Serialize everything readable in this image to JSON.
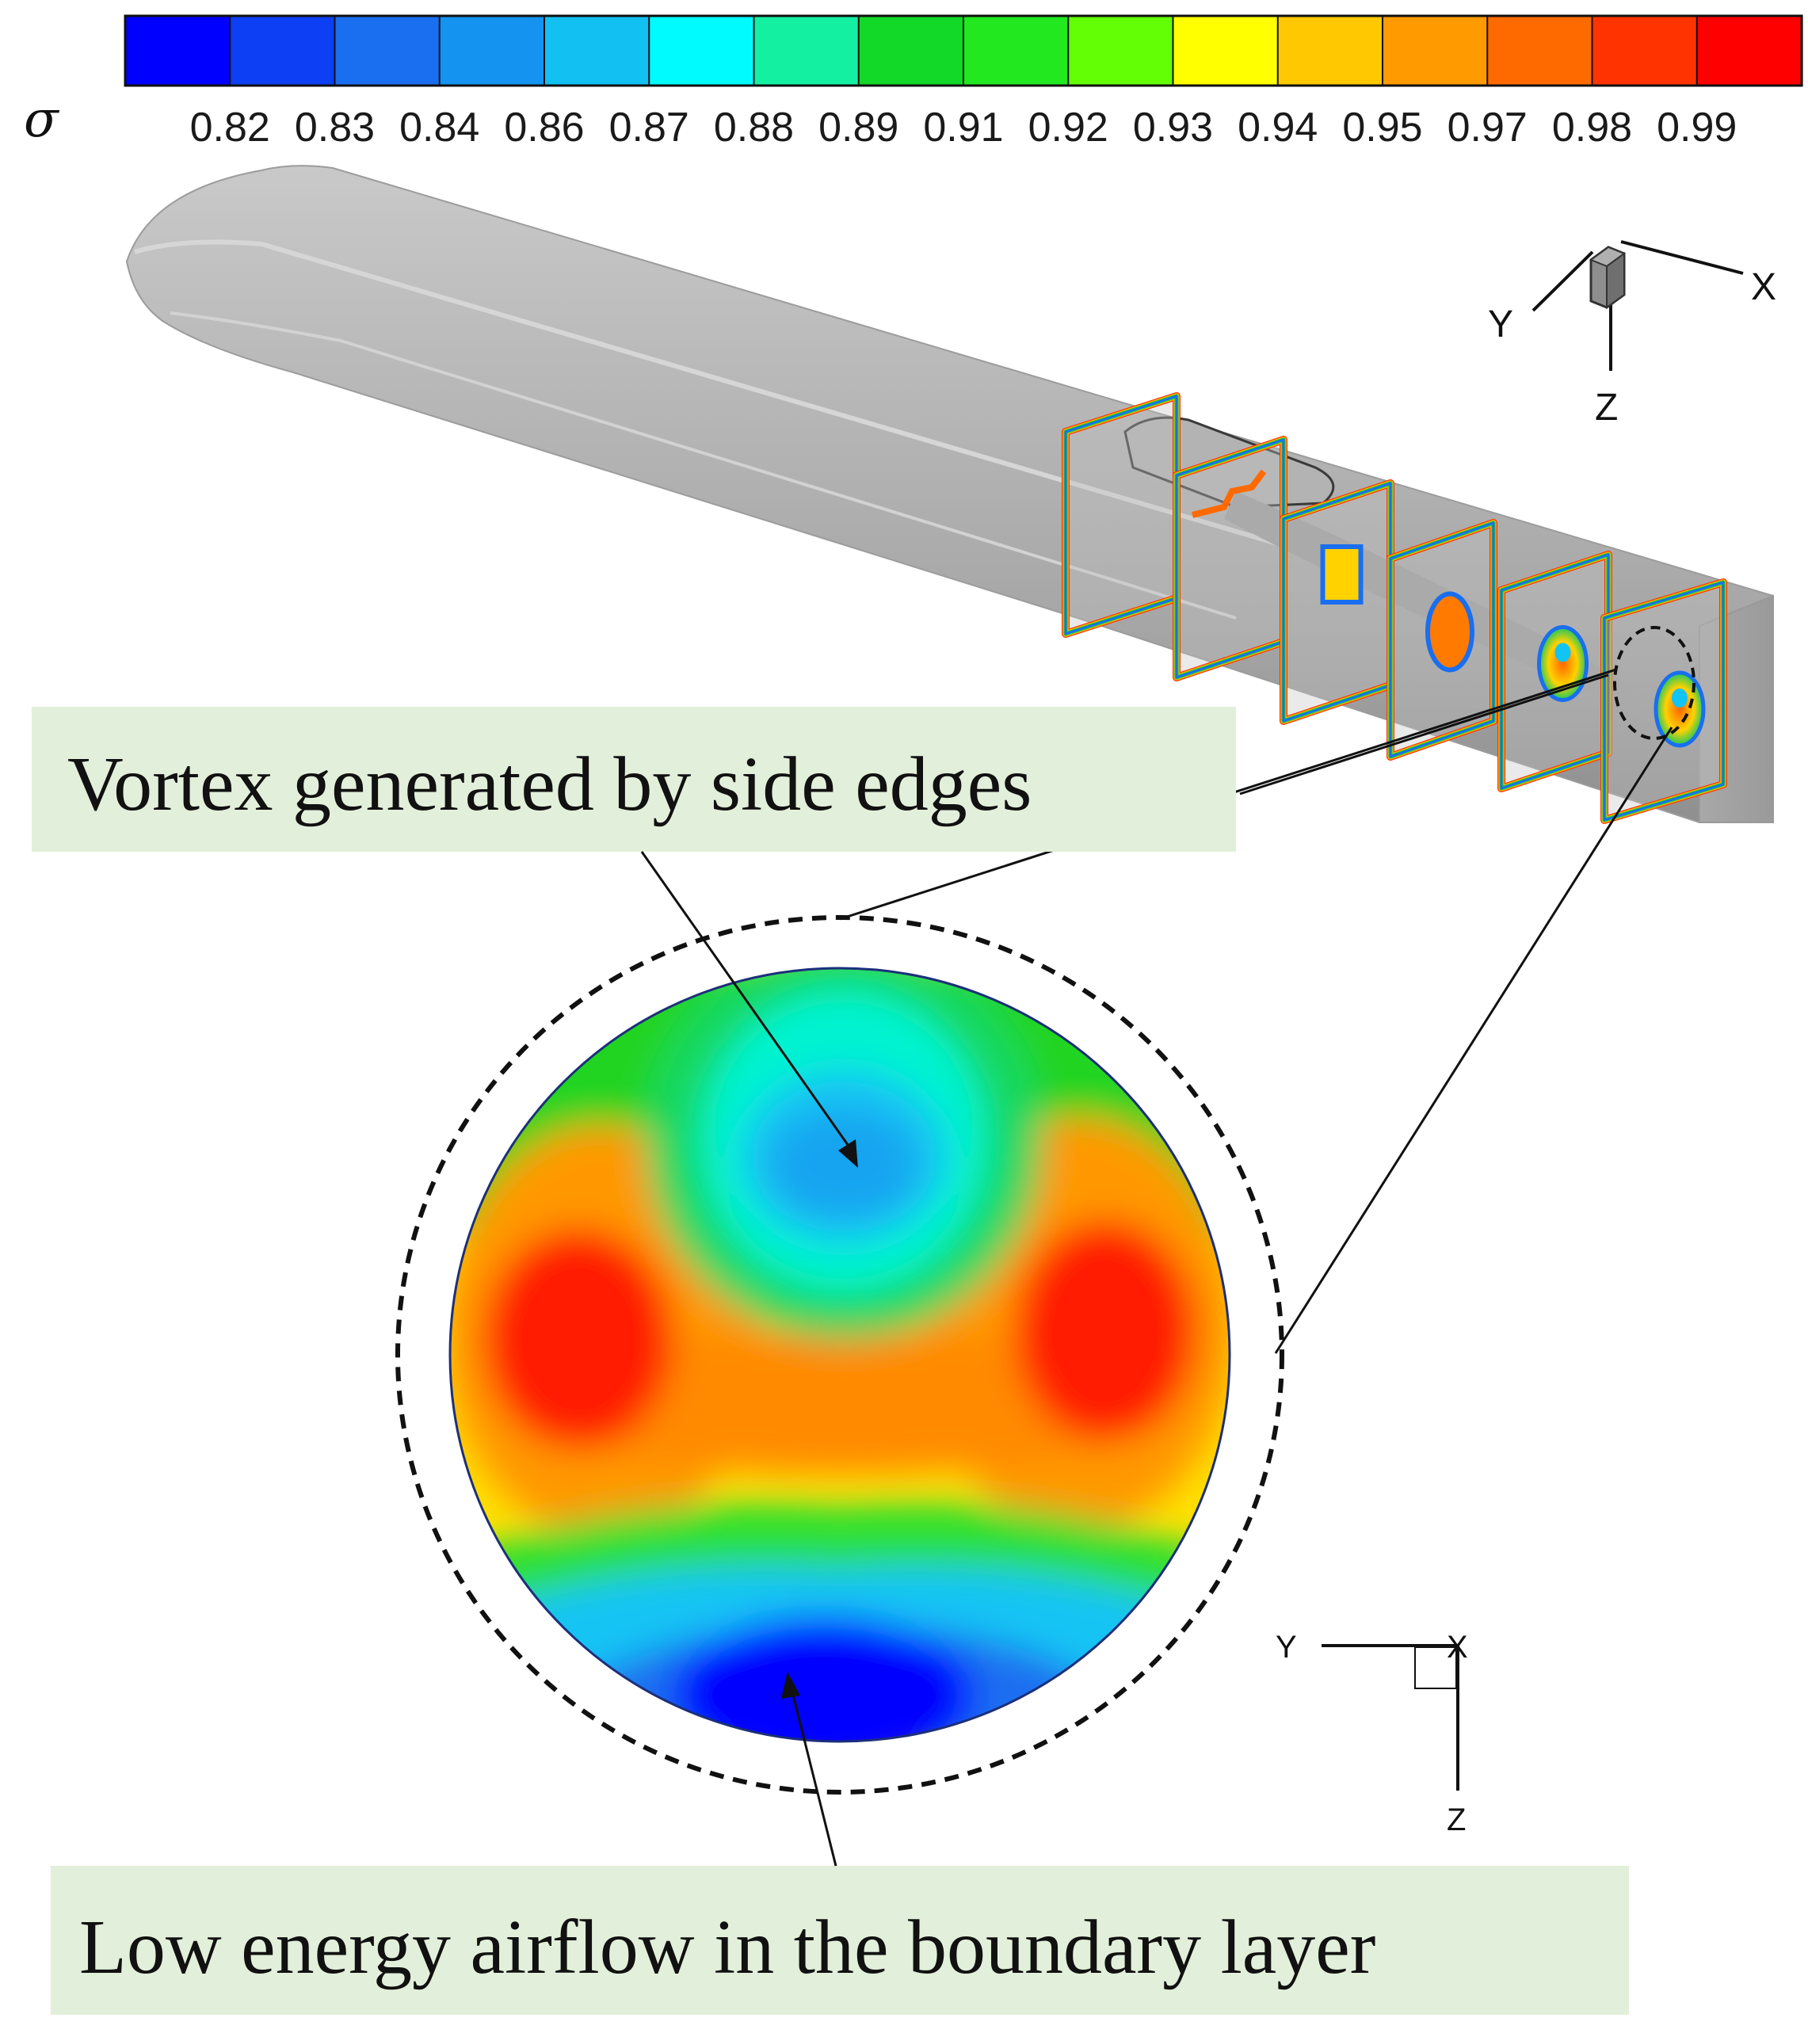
{
  "colorbar": {
    "symbol": "σ",
    "ticks": [
      "0.82",
      "0.83",
      "0.84",
      "0.86",
      "0.87",
      "0.88",
      "0.89",
      "0.91",
      "0.92",
      "0.93",
      "0.94",
      "0.95",
      "0.97",
      "0.98",
      "0.99"
    ],
    "colors": [
      "#0000ff",
      "#0d3ff4",
      "#1a6ef0",
      "#1493f0",
      "#12c0f2",
      "#00fbff",
      "#14f0a2",
      "#12d828",
      "#21e81f",
      "#62ff05",
      "#ffff00",
      "#ffc800",
      "#ff9a00",
      "#ff6a00",
      "#ff3300",
      "#ff0000"
    ]
  },
  "orientation_3d": {
    "x": "X",
    "y": "Y",
    "z": "Z"
  },
  "orientation_2d": {
    "x": "X",
    "y": "Y",
    "z": "Z"
  },
  "callouts": {
    "top": "Vortex generated by side edges",
    "bottom": "Low energy airflow in the boundary layer",
    "box_color": "#e2efda"
  }
}
